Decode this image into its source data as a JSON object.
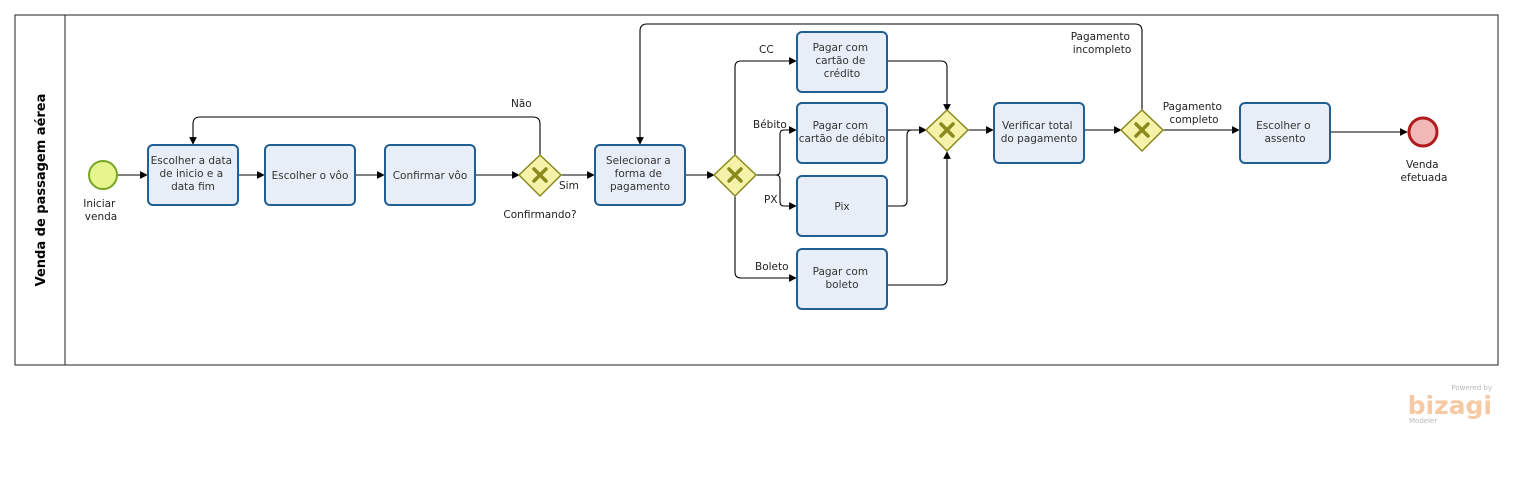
{
  "pool": {
    "title": "Venda de passagem aérea"
  },
  "events": {
    "start": {
      "lines": [
        "Iniciar",
        "venda"
      ],
      "fill": "#e6f58d",
      "stroke": "#78a624"
    },
    "end": {
      "lines": [
        "Venda",
        "efetuada"
      ],
      "fill": "#f2b8b8",
      "stroke": "#b01c1c"
    }
  },
  "tasks": {
    "escolher_datas": {
      "lines": [
        "Escolher a data",
        "de inicio e a",
        "data fim"
      ]
    },
    "escolher_voo": {
      "lines": [
        "Escolher o vôo"
      ]
    },
    "confirmar_voo": {
      "lines": [
        "Confirmar vôo"
      ]
    },
    "selecionar_pagamento": {
      "lines": [
        "Selecionar a",
        "forma de",
        "pagamento"
      ]
    },
    "pagar_credito": {
      "lines": [
        "Pagar com",
        "cartão de",
        "crédito"
      ]
    },
    "pagar_debito": {
      "lines": [
        "Pagar com",
        "cartão de débito"
      ]
    },
    "pix": {
      "lines": [
        "Pix"
      ]
    },
    "pagar_boleto": {
      "lines": [
        "Pagar com",
        "boleto"
      ]
    },
    "verificar_total": {
      "lines": [
        "Verificar total",
        "do pagamento"
      ]
    },
    "escolher_assento": {
      "lines": [
        "Escolher o",
        "assento"
      ]
    }
  },
  "gateways": {
    "confirmando": {
      "label": "Confirmando?"
    }
  },
  "flow_labels": {
    "nao": "Não",
    "sim": "Sim",
    "cc": "CC",
    "bebito": "Bébito",
    "px": "PX",
    "boleto": "Boleto",
    "pagamento_incompleto": [
      "Pagamento",
      "incompleto"
    ],
    "pagamento_completo": [
      "Pagamento",
      "completo"
    ]
  },
  "watermark": {
    "powered_by": "Powered by",
    "brand": "bizagi",
    "product": "Modeler"
  }
}
